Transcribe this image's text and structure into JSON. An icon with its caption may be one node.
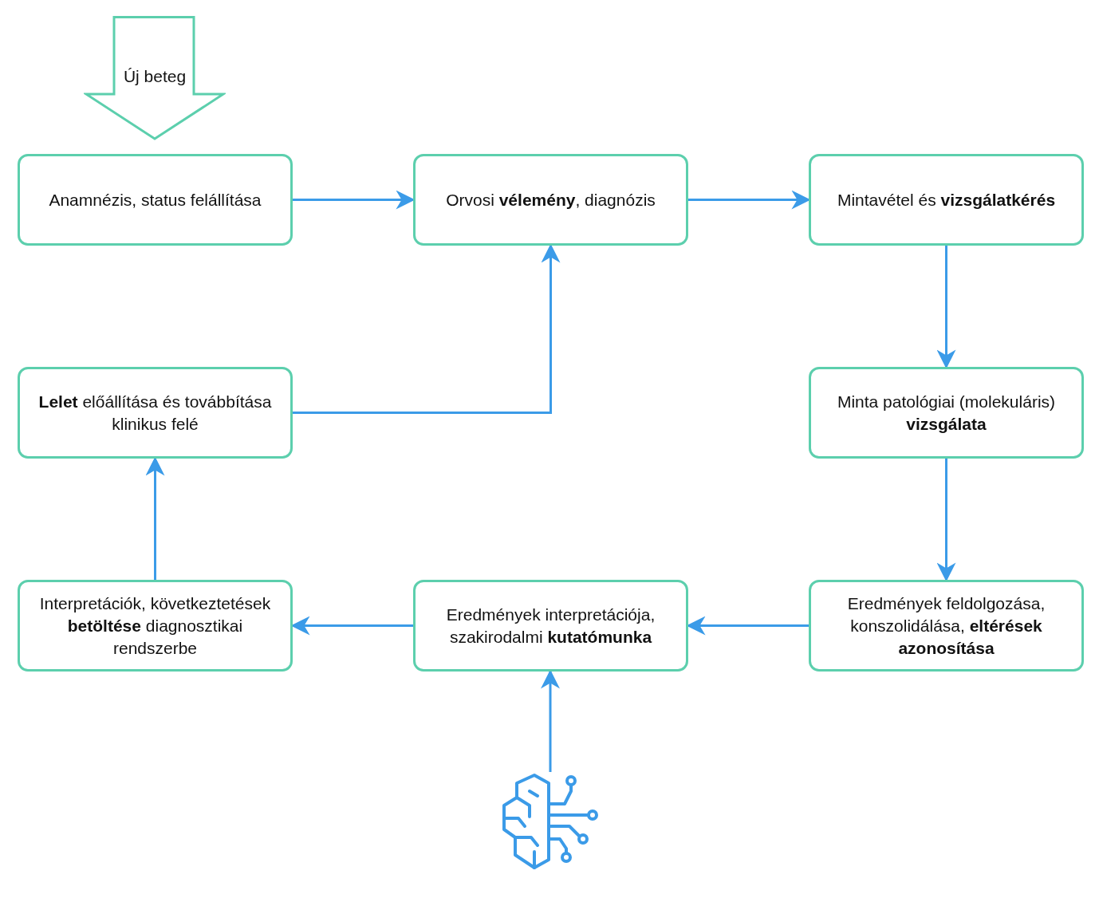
{
  "diagram": {
    "nodes": [
      {
        "text": [
          "Új beteg"
        ]
      },
      {
        "text": [
          "Anamnézis, status felállítása"
        ]
      },
      {
        "text": [
          "Orvosi **vélemény**, diagnózis"
        ]
      },
      {
        "text": [
          "Mintavétel és **vizsgálatkérés**"
        ]
      },
      {
        "text": [
          "Minta patológiai (molekuláris) **vizsgálata**"
        ]
      },
      {
        "text": [
          "Eredmények feldolgozása, konszolidálása, **eltérések azonosítása**"
        ]
      },
      {
        "text": [
          "Eredmények interpretációja, szakirodalmi **kutatómunka**"
        ]
      },
      {
        "text": [
          "Interpretációk, következtetések **betöltése** diagnosztikai rendszerbe"
        ]
      },
      {
        "text": [
          "**Lelet** előállítása és továbbítása klinikus felé"
        ]
      },
      {
        "text": [],
        "shape": "brain"
      }
    ],
    "edges": [
      {
        "from": 1,
        "to": 2,
        "arrow": "to"
      },
      {
        "from": 2,
        "to": 3,
        "arrow": "to"
      },
      {
        "from": 3,
        "to": 4,
        "arrow": "to"
      },
      {
        "from": 4,
        "to": 5,
        "arrow": "to"
      },
      {
        "from": 5,
        "to": 6,
        "arrow": "to"
      },
      {
        "from": 6,
        "to": 7,
        "arrow": "to"
      },
      {
        "from": 7,
        "to": 8,
        "arrow": "to"
      },
      {
        "from": 8,
        "to": 2,
        "arrow": "to"
      },
      {
        "from": 9,
        "to": 6,
        "arrow": "to"
      }
    ]
  }
}
